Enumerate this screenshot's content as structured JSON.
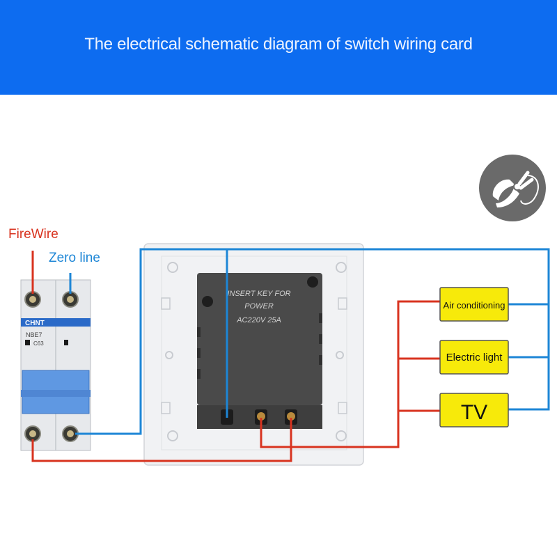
{
  "title": "The electrical schematic diagram of switch wiring card",
  "wire_labels": {
    "fire": "FireWire",
    "zero": "Zero line"
  },
  "breaker": {
    "brand": "CHNT",
    "model": "NBE7",
    "rating": "C63"
  },
  "switch_body": {
    "line1": "INSERT KEY FOR",
    "line2": "POWER",
    "line3": "AC220V 25A"
  },
  "loads": [
    {
      "label": "Air conditioning"
    },
    {
      "label": "Electric light"
    },
    {
      "label": "TV"
    }
  ],
  "colors": {
    "banner": "#0d6cf0",
    "fire_wire": "#d8331f",
    "zero_wire": "#1d86d6",
    "load_box": "#f7ea0a",
    "breaker_handle": "#5f98e2",
    "switch_body": "#4a4a4a"
  },
  "icons": [
    "pliers-icon"
  ]
}
